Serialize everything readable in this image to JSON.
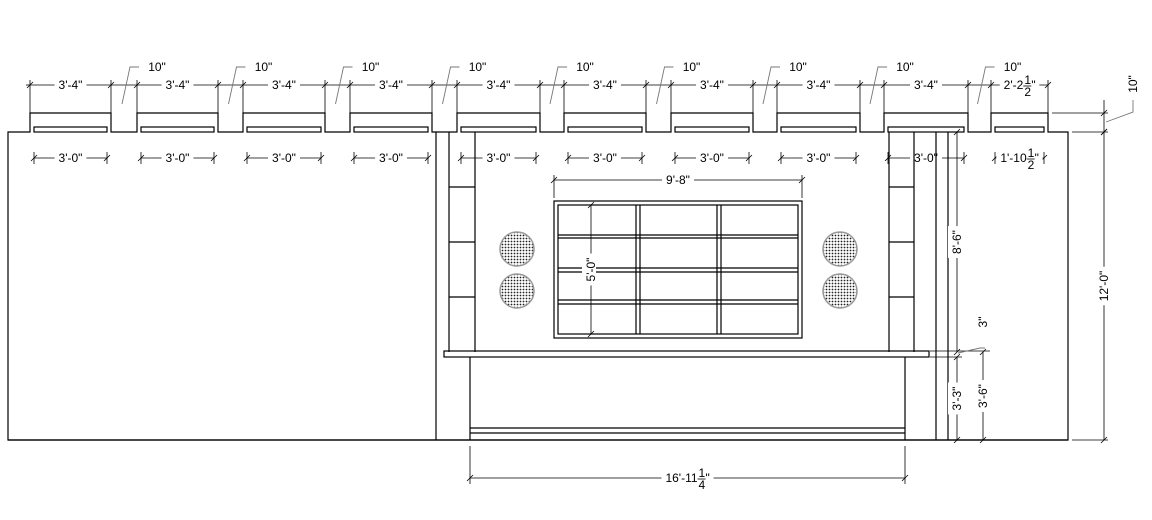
{
  "drawing": {
    "top_segment_dims": [
      {
        "text": "3'-4\""
      },
      {
        "text": "3'-4\""
      },
      {
        "text": "3'-4\""
      },
      {
        "text": "3'-4\""
      },
      {
        "text": "3'-4\""
      },
      {
        "text": "3'-4\""
      },
      {
        "text": "3'-4\""
      },
      {
        "text": "3'-4\""
      },
      {
        "text": "3'-4\""
      },
      {
        "text": "2'-2",
        "num": "1",
        "den": "2"
      }
    ],
    "gap_dims": [
      "10\"",
      "10\"",
      "10\"",
      "10\"",
      "10\"",
      "10\"",
      "10\"",
      "10\"",
      "10\""
    ],
    "inner_strip_dims": [
      {
        "text": "3'-0\""
      },
      {
        "text": "3'-0\""
      },
      {
        "text": "3'-0\""
      },
      {
        "text": "3'-0\""
      },
      {
        "text": "3'-0\""
      },
      {
        "text": "3'-0\""
      },
      {
        "text": "3'-0\""
      },
      {
        "text": "3'-0\""
      },
      {
        "text": "3'-0\""
      },
      {
        "text": "1'-10",
        "num": "1",
        "den": "2"
      }
    ],
    "bump_height_dim": "10\"",
    "tv_width_dim": "9'-8\"",
    "tv_height_dim": "5'-0\"",
    "upper_height_dim": "8'-6\"",
    "total_height_dim": "12'-0\"",
    "shelf_thickness_dim": "3\"",
    "firebox_height_dim": "3'-3\"",
    "mantel_height_dim": "3'-6\"",
    "firebox_width_dim": {
      "text": "16'-11",
      "num": "1",
      "den": "4"
    }
  }
}
